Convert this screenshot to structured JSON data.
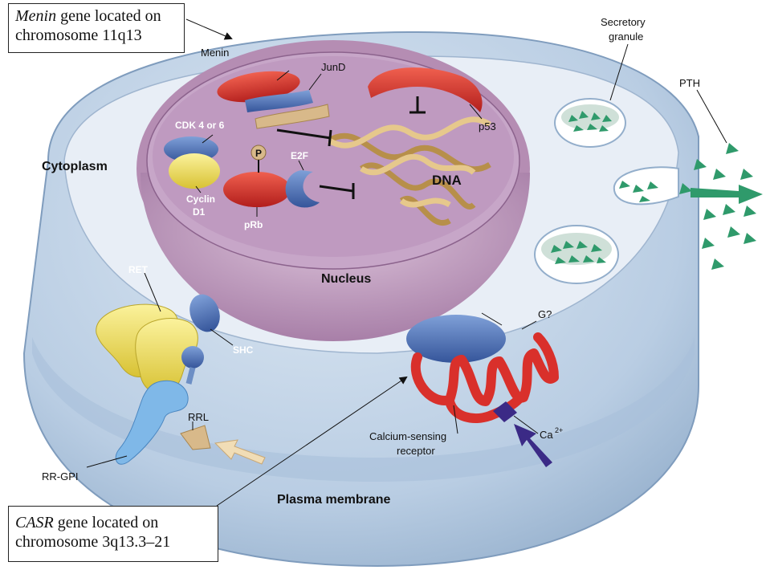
{
  "gene_boxes": {
    "menin": {
      "gene": "Menin",
      "text": " gene located on",
      "line2": "chromosome 11q13"
    },
    "casr": {
      "gene": "CASR",
      "text": " gene located on",
      "line2": "chromosome 3q13.3–21"
    }
  },
  "labels": {
    "cytoplasm": "Cytoplasm",
    "nucleus": "Nucleus",
    "plasma_membrane": "Plasma membrane",
    "menin": "Menin",
    "jund": "JunD",
    "cdk": "CDK 4 or 6",
    "cyclin_1": "Cyclin",
    "cyclin_2": "D1",
    "prb": "pRb",
    "p": "P",
    "e2f": "E2F",
    "dna": "DNA",
    "p53": "p53",
    "secretory_1": "Secretory",
    "secretory_2": "granule",
    "pth": "PTH",
    "ret": "RET",
    "shc": "SHC",
    "rrl": "RRL",
    "rr_gpi": "RR-GPI",
    "g": "G?",
    "ca": "Ca",
    "ca_charge": "2+",
    "casr_1": "Calcium-sensing",
    "casr_2": "receptor"
  },
  "colors": {
    "cell": "#b9cde3",
    "cell_edge": "#8fa9c6",
    "cytoplasm_top": "#e9eff7",
    "nucleus": "#c9a3c6",
    "nucleus_dark": "#9a6f9b",
    "red_protein": "#d9302b",
    "blue_protein": "#4f74b8",
    "yellow_protein": "#f2e15a",
    "tan": "#d8b98a",
    "teal_triangle": "#2f9a6b",
    "ca_ion": "#3b2a86"
  }
}
